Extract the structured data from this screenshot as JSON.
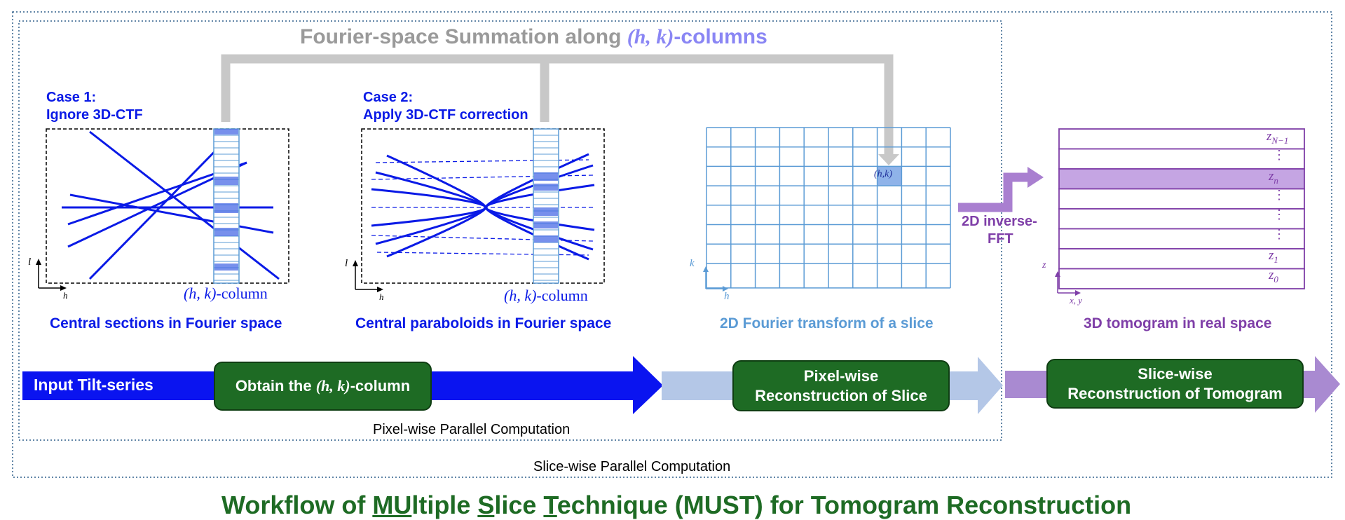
{
  "top_label": {
    "prefix": "Fourier-space Summation along ",
    "math": "(h, k)",
    "suffix": "-columns"
  },
  "case1": {
    "line1": "Case 1:",
    "line2": "Ignore 3D-CTF"
  },
  "case2": {
    "line1": "Case 2:",
    "line2": "Apply 3D-CTF correction"
  },
  "column_label": {
    "math": "(h, k)",
    "suffix": "-column"
  },
  "axis": {
    "l": "l",
    "h": "h",
    "k": "k",
    "z": "z",
    "xy": "x, y"
  },
  "cell_label": "(h,k)",
  "captions": {
    "central_sections": "Central sections in Fourier space",
    "central_paraboloids": "Central paraboloids in Fourier space",
    "fourier_slice": "2D Fourier transform of a slice",
    "tomogram": "3D tomogram in real space"
  },
  "ifft_label": {
    "line1": "2D inverse-",
    "line2": "FFT"
  },
  "slice_labels": {
    "top": "z",
    "top_sub": "N−1",
    "n": "z",
    "n_sub": "n",
    "one": "z",
    "one_sub": "1",
    "zero": "z",
    "zero_sub": "0",
    "dots": "⋮"
  },
  "pipeline": {
    "input": "Input Tilt-series",
    "obtain_prefix": "Obtain the ",
    "obtain_math": "(h, k)",
    "obtain_suffix": "-column",
    "pixel_line1": "Pixel-wise",
    "pixel_line2": "Reconstruction of Slice",
    "slice_line1": "Slice-wise",
    "slice_line2": "Reconstruction of Tomogram"
  },
  "regions": {
    "pixel_parallel": "Pixel-wise Parallel Computation",
    "slice_parallel": "Slice-wise Parallel Computation"
  },
  "title": {
    "t1": "Workflow of ",
    "u1": "MU",
    "t2": "ltiple ",
    "u2": "S",
    "t3": "lice ",
    "u3": "T",
    "t4": "echnique (MUST) for Tomogram Reconstruction"
  },
  "colors": {
    "blue": "#0a1ae6",
    "light_blue": "#5b9bd5",
    "purple": "#7f3fa8",
    "green": "#1e6b24",
    "gray": "#c8c8c8"
  }
}
